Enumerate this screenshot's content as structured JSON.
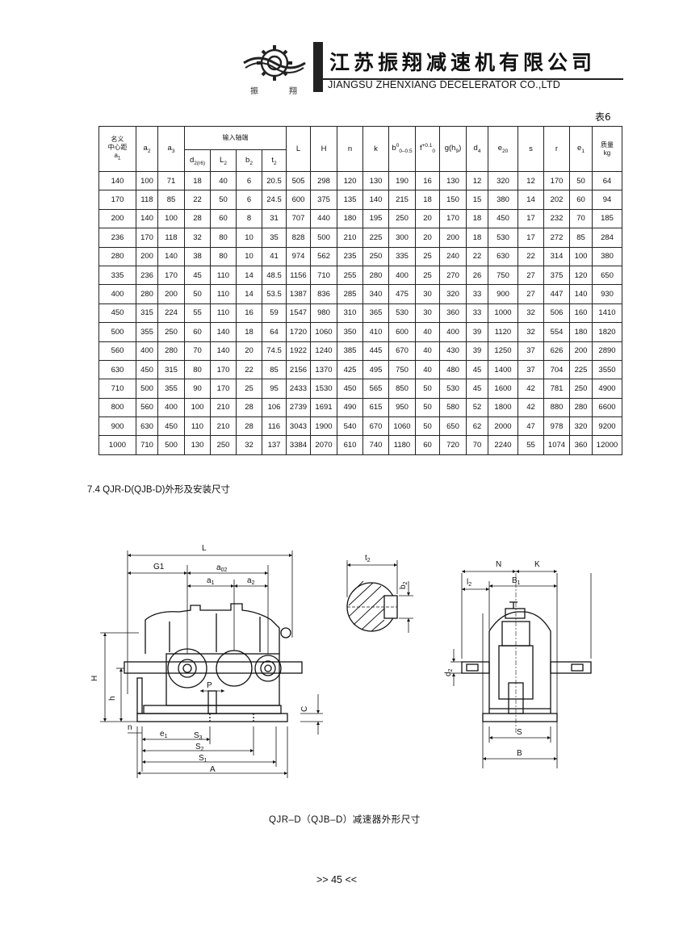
{
  "header": {
    "company_cn": "江苏振翔减速机有限公司",
    "company_en": "JIANGSU ZHENXIANG DECELERATOR CO.,LTD",
    "logo_char_left": "振",
    "logo_char_right": "翔"
  },
  "table_label": "表6",
  "table": {
    "headers": {
      "col0_line1": "名义",
      "col0_line2": "中心距",
      "col0_line3": "a",
      "col0_line3_sub": "1",
      "a2": "a",
      "a2_sub": "2",
      "a3": "a",
      "a3_sub": "3",
      "input_shaft": "输入轴端",
      "d2": "d",
      "d2_sub": "2(r6)",
      "L2": "L",
      "L2_sub": "2",
      "b2": "b",
      "b2_sub": "2",
      "t2": "t",
      "t2_sub": "2",
      "L": "L",
      "H": "H",
      "n": "n",
      "k": "k",
      "b0": "b",
      "b0_sup": "0",
      "b0_sub": "0–0.5",
      "f": "f",
      "f_sup": "+0.1",
      "f_sub": "0",
      "g": "g(h",
      "g_sub": "9",
      "g_end": ")",
      "d4": "d",
      "d4_sub": "4",
      "e20": "e",
      "e20_sub": "20",
      "s": "s",
      "r": "r",
      "e1": "e",
      "e1_sub": "1",
      "mass_line1": "质量",
      "mass_line2": "kg"
    },
    "rows": [
      [
        "140",
        "100",
        "71",
        "18",
        "40",
        "6",
        "20.5",
        "505",
        "298",
        "120",
        "130",
        "190",
        "16",
        "130",
        "12",
        "320",
        "12",
        "170",
        "50",
        "64"
      ],
      [
        "170",
        "118",
        "85",
        "22",
        "50",
        "6",
        "24.5",
        "600",
        "375",
        "135",
        "140",
        "215",
        "18",
        "150",
        "15",
        "380",
        "14",
        "202",
        "60",
        "94"
      ],
      [
        "200",
        "140",
        "100",
        "28",
        "60",
        "8",
        "31",
        "707",
        "440",
        "180",
        "195",
        "250",
        "20",
        "170",
        "18",
        "450",
        "17",
        "232",
        "70",
        "185"
      ],
      [
        "236",
        "170",
        "118",
        "32",
        "80",
        "10",
        "35",
        "828",
        "500",
        "210",
        "225",
        "300",
        "20",
        "200",
        "18",
        "530",
        "17",
        "272",
        "85",
        "284"
      ],
      [
        "280",
        "200",
        "140",
        "38",
        "80",
        "10",
        "41",
        "974",
        "562",
        "235",
        "250",
        "335",
        "25",
        "240",
        "22",
        "630",
        "22",
        "314",
        "100",
        "380"
      ],
      [
        "335",
        "236",
        "170",
        "45",
        "110",
        "14",
        "48.5",
        "1156",
        "710",
        "255",
        "280",
        "400",
        "25",
        "270",
        "26",
        "750",
        "27",
        "375",
        "120",
        "650"
      ],
      [
        "400",
        "280",
        "200",
        "50",
        "110",
        "14",
        "53.5",
        "1387",
        "836",
        "285",
        "340",
        "475",
        "30",
        "320",
        "33",
        "900",
        "27",
        "447",
        "140",
        "930"
      ],
      [
        "450",
        "315",
        "224",
        "55",
        "110",
        "16",
        "59",
        "1547",
        "980",
        "310",
        "365",
        "530",
        "30",
        "360",
        "33",
        "1000",
        "32",
        "506",
        "160",
        "1410"
      ],
      [
        "500",
        "355",
        "250",
        "60",
        "140",
        "18",
        "64",
        "1720",
        "1060",
        "350",
        "410",
        "600",
        "40",
        "400",
        "39",
        "1120",
        "32",
        "554",
        "180",
        "1820"
      ],
      [
        "560",
        "400",
        "280",
        "70",
        "140",
        "20",
        "74.5",
        "1922",
        "1240",
        "385",
        "445",
        "670",
        "40",
        "430",
        "39",
        "1250",
        "37",
        "626",
        "200",
        "2890"
      ],
      [
        "630",
        "450",
        "315",
        "80",
        "170",
        "22",
        "85",
        "2156",
        "1370",
        "425",
        "495",
        "750",
        "40",
        "480",
        "45",
        "1400",
        "37",
        "704",
        "225",
        "3550"
      ],
      [
        "710",
        "500",
        "355",
        "90",
        "170",
        "25",
        "95",
        "2433",
        "1530",
        "450",
        "565",
        "850",
        "50",
        "530",
        "45",
        "1600",
        "42",
        "781",
        "250",
        "4900"
      ],
      [
        "800",
        "560",
        "400",
        "100",
        "210",
        "28",
        "106",
        "2739",
        "1691",
        "490",
        "615",
        "950",
        "50",
        "580",
        "52",
        "1800",
        "42",
        "880",
        "280",
        "6600"
      ],
      [
        "900",
        "630",
        "450",
        "110",
        "210",
        "28",
        "116",
        "3043",
        "1900",
        "540",
        "670",
        "1060",
        "50",
        "650",
        "62",
        "2000",
        "47",
        "978",
        "320",
        "9200"
      ],
      [
        "1000",
        "710",
        "500",
        "130",
        "250",
        "32",
        "137",
        "3384",
        "2070",
        "610",
        "740",
        "1180",
        "60",
        "720",
        "70",
        "2240",
        "55",
        "1074",
        "360",
        "12000"
      ]
    ]
  },
  "section_title": "7.4   QJR-D(QJB-D)外形及安装尺寸",
  "drawing_labels": {
    "L": "L",
    "G1": "G1",
    "a02": "a",
    "a02_sub": "02",
    "a1": "a",
    "a1_sub": "1",
    "a2": "a",
    "a2_sub": "2",
    "H": "H",
    "h": "h",
    "P": "P",
    "C": "C",
    "n": "n",
    "e1": "e",
    "e1_sub": "1",
    "S3": "S",
    "S3_sub": "3",
    "S2": "S",
    "S2_sub": "2",
    "S1": "S",
    "S1_sub": "1",
    "A": "A",
    "t2": "t",
    "t2_sub": "2",
    "b2": "b",
    "b2_sub": "2",
    "N": "N",
    "K": "K",
    "l2": "l",
    "l2_sub": "2",
    "B1": "B",
    "B1_sub": "1",
    "d2": "d",
    "d2_sub": "2",
    "S": "S",
    "B": "B"
  },
  "caption": "QJR–D（QJB–D）减速器外形尺寸",
  "page_number": ">> 45 <<"
}
